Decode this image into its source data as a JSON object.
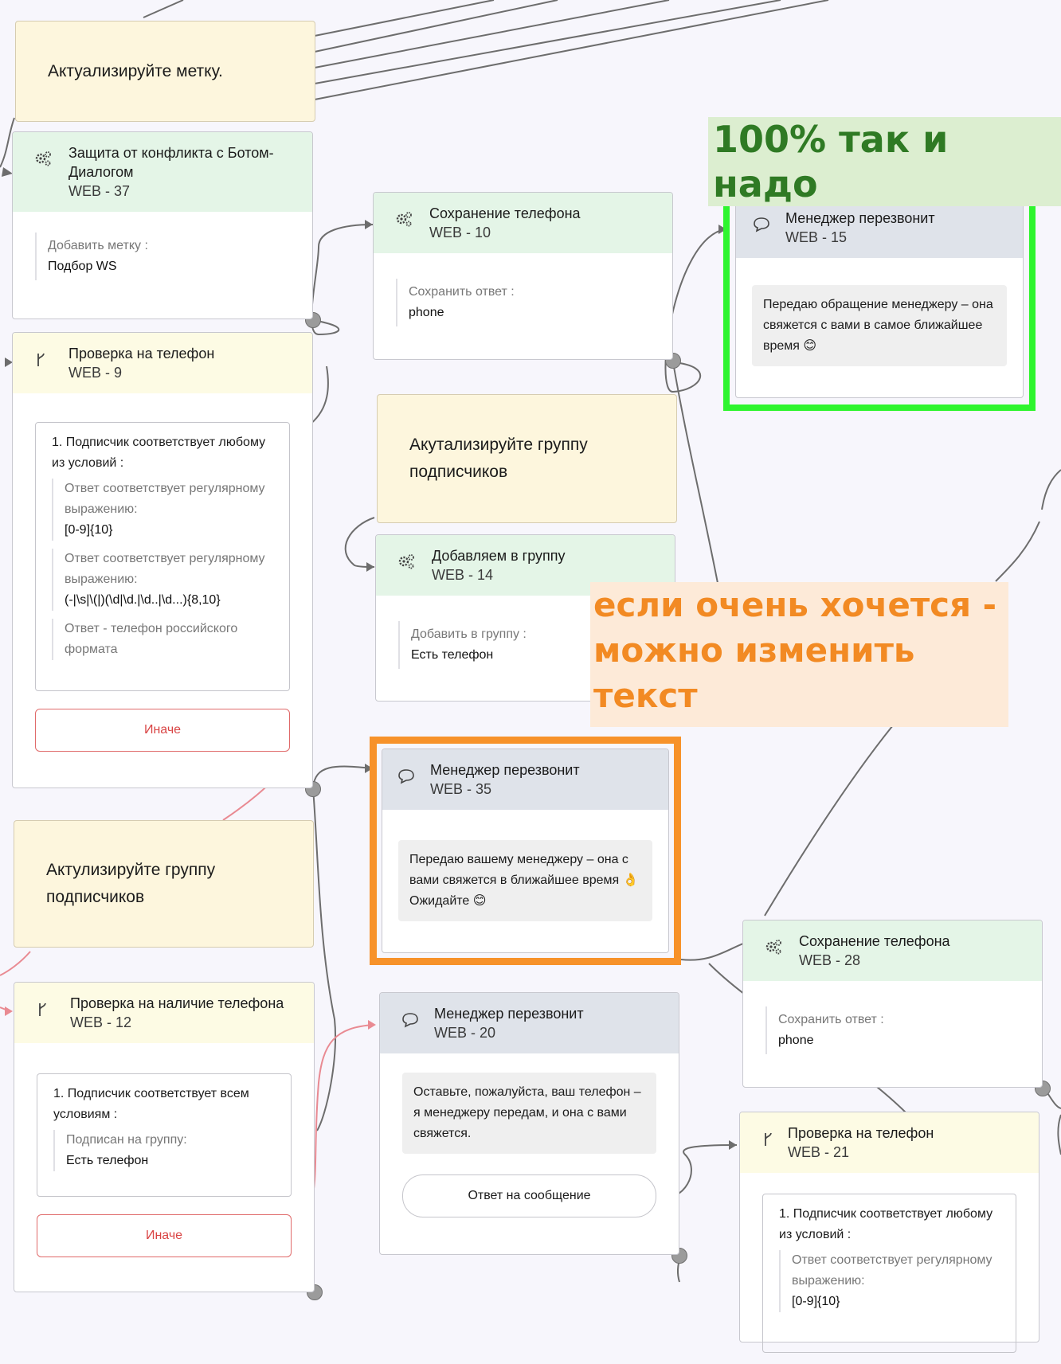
{
  "notes": {
    "top": "Актуализируйте метку.",
    "middle": "Акутализируйте группу подписчиков",
    "left": "Актулизируйте группу подписчиков"
  },
  "annotations": {
    "good": "100% так и надо",
    "editable": "если очень хочется -\nможно изменить\nтекст",
    "good_color": "#2ef52e",
    "editable_color": "#f7922a"
  },
  "cards": {
    "web37": {
      "title": "Защита от конфликта с Ботом-Диалогом",
      "code": "WEB - 37",
      "label": "Добавить метку :",
      "value": "Подбор WS"
    },
    "web10": {
      "title": "Сохранение телефона",
      "code": "WEB - 10",
      "label": "Сохранить ответ :",
      "value": "phone"
    },
    "web15": {
      "title": "Менеджер перезвонит",
      "code": "WEB - 15",
      "message": "Передаю обращение менеджеру – она свяжется с вами в самое ближайшее время 😊"
    },
    "web9": {
      "title": "Проверка на телефон",
      "code": "WEB - 9",
      "condition": "1. Подписчик соответствует любому из условий :",
      "rules": [
        {
          "label": "Ответ соответствует регулярному выражению:",
          "value": "[0-9]{10}"
        },
        {
          "label": "Ответ соответствует регулярному выражению:",
          "value": "(-|\\s|\\(|)(\\d|\\d.|\\d..|\\d...){8,10}"
        },
        {
          "label": "Ответ - телефон российского формата",
          "value": ""
        }
      ],
      "else": "Иначе"
    },
    "web14": {
      "title": "Добавляем в группу",
      "code": "WEB - 14",
      "label": "Добавить в группу :",
      "value": "Есть телефон"
    },
    "web35": {
      "title": "Менеджер перезвонит",
      "code": "WEB - 35",
      "message": "Передаю вашему менеджеру – она с вами свяжется в ближайшее время 👌 Ожидайте 😊"
    },
    "web12": {
      "title": "Проверка на наличие телефона",
      "code": "WEB - 12",
      "condition": "1. Подписчик соответствует всем условиям :",
      "rule_label": "Подписан на группу:",
      "rule_value": "Есть телефон",
      "else": "Иначе"
    },
    "web20": {
      "title": "Менеджер перезвонит",
      "code": "WEB - 20",
      "message": "Оставьте, пожалуйста, ваш телефон – я менеджеру передам, и она с вами свяжется.",
      "reply": "Ответ на сообщение"
    },
    "web28": {
      "title": "Сохранение телефона",
      "code": "WEB - 28",
      "label": "Сохранить ответ :",
      "value": "phone"
    },
    "web21": {
      "title": "Проверка на телефон",
      "code": "WEB - 21",
      "condition": "1. Подписчик соответствует любому из условий :",
      "rule_label": "Ответ соответствует регулярному выражению:",
      "rule_value": "[0-9]{10}"
    }
  }
}
